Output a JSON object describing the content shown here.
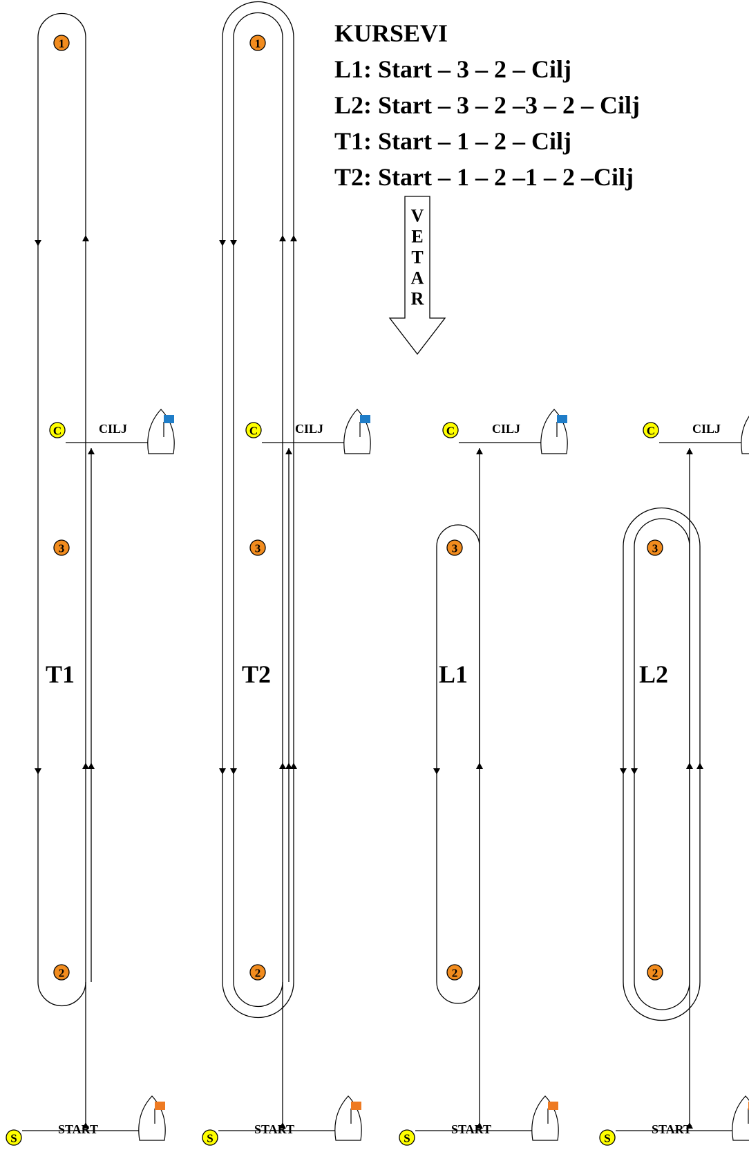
{
  "legend": {
    "title": "KURSEVI",
    "lines": [
      "L1: Start – 3 – 2 – Cilj",
      "L2: Start – 3 – 2 –3 – 2 – Cilj",
      "T1: Start – 1 – 2 – Cilj",
      "T2: Start – 1 – 2 –1 – 2 –Cilj"
    ]
  },
  "wind": {
    "letters": [
      "V",
      "E",
      "T",
      "A",
      "R"
    ]
  },
  "marks": {
    "mark1": "1",
    "mark2": "2",
    "mark3": "3",
    "committee_start": "S",
    "committee_finish": "C",
    "start_label": "START",
    "finish_label": "CILJ"
  },
  "courses": [
    {
      "name": "T1"
    },
    {
      "name": "T2"
    },
    {
      "name": "L1"
    },
    {
      "name": "L2"
    }
  ],
  "colors": {
    "mark_fill": "#f28c1e",
    "committee_fill": "#ffff00",
    "start_flag": "#ee7a22",
    "finish_flag": "#1f7dc8",
    "line": "#000000"
  }
}
